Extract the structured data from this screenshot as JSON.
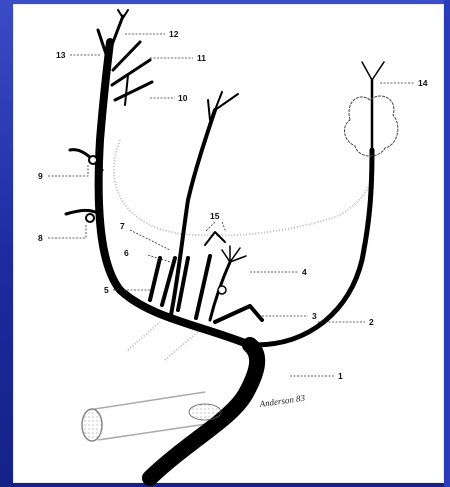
{
  "labels": {
    "l1": "1",
    "l2": "2",
    "l3": "3",
    "l4": "4",
    "l5": "5",
    "l6": "6",
    "l7": "7",
    "l8": "8",
    "l9": "9",
    "l10": "10",
    "l11": "11",
    "l12": "12",
    "l13": "13",
    "l14": "14",
    "l15": "15"
  },
  "signature": "Anderson 83",
  "colors": {
    "slide_background": "#1f2fa8",
    "panel": "#ffffff",
    "ink": "#000000"
  }
}
